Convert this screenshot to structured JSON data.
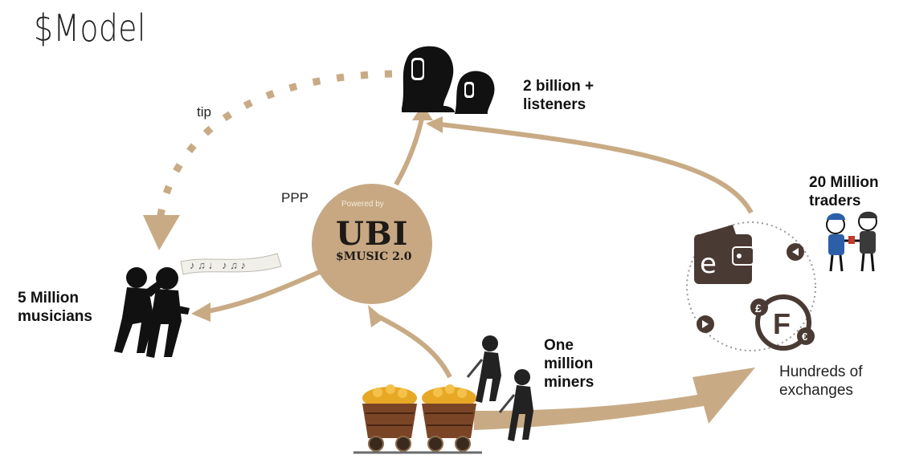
{
  "title": "$Model",
  "hub": {
    "powered_by": "Powered by",
    "name": "UBI",
    "subtitle": "$MUSIC 2.0"
  },
  "labels": {
    "listeners": "2 billion +\nlisteners",
    "traders": "20 Million\ntraders",
    "musicians": "5 Million\nmusicians",
    "miners": "One\nmillion\nminers",
    "exchanges": "Hundreds of\nexchanges",
    "tip": "tip",
    "ppp": "PPP"
  },
  "colors": {
    "accent": "#c8ab85",
    "hub": "#c7a882",
    "dark": "#1e1a17",
    "wallet": "#4a3a34"
  },
  "icons": [
    "listeners-icon",
    "musicians-icon",
    "music-notes-icon",
    "miners-icon",
    "mine-carts-icon",
    "wallet-icon",
    "exchange-currency-icon",
    "traders-icon"
  ]
}
